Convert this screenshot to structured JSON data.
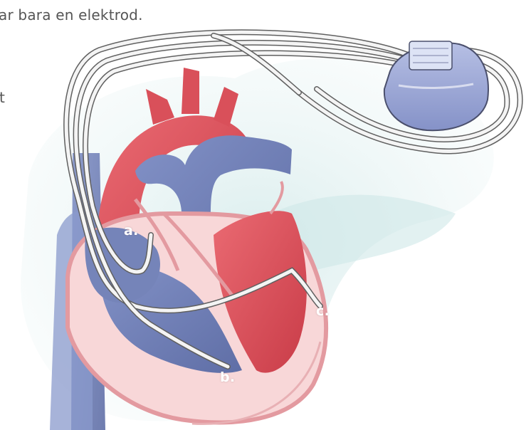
{
  "text_fragments": {
    "top_line": "ar bara en elektrod.",
    "side_fragment": "t"
  },
  "labels": {
    "a": "a.",
    "b": "b.",
    "c": "c."
  },
  "colors": {
    "artery_red": "#d9505a",
    "vein_blue": "#7584b9",
    "wash_teal": "#d7ecec",
    "device_blue": "#9aa6d6",
    "lead_white": "#f4f4f4"
  },
  "icons": [
    "pacemaker-device-icon",
    "heart-illustration"
  ]
}
